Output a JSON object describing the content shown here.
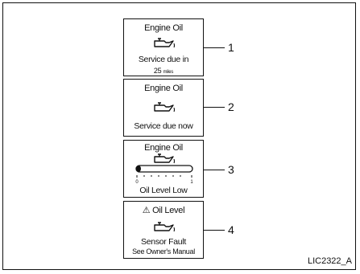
{
  "panels": [
    {
      "header": "Engine Oil",
      "icon": "oil-can-icon",
      "line1": "Service due in",
      "distance": "25",
      "distance_unit": "miles",
      "callout": "1"
    },
    {
      "header": "Engine Oil",
      "icon": "oil-can-icon",
      "line1": "Service due now",
      "callout": "2"
    },
    {
      "header": "Engine Oil",
      "icon": "oil-can-icon",
      "gauge": {
        "min_label": "0",
        "max_label": "1",
        "level_fraction": 0.05
      },
      "line1": "Oil Level Low",
      "callout": "3"
    },
    {
      "header_prefix": "⚠",
      "header": "Oil Level",
      "icon": "oil-can-icon",
      "line1": "Sensor Fault",
      "line2": "See Owner's Manual",
      "callout": "4"
    }
  ],
  "figure_code": "LIC2322_A",
  "colors": {
    "ink": "#111111",
    "background": "#ffffff"
  }
}
